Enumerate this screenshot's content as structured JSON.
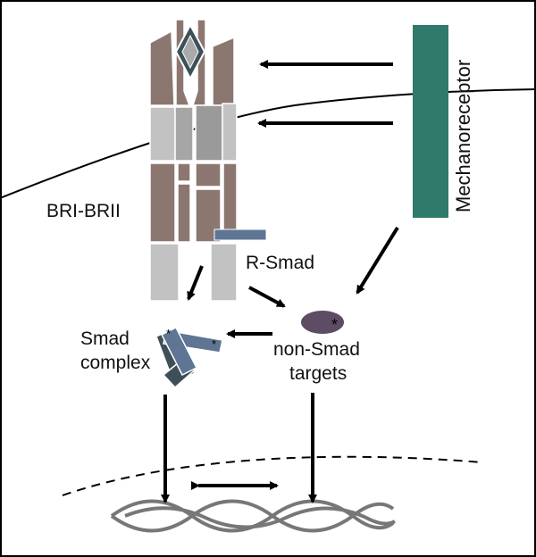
{
  "labels": {
    "mechanoreceptor": "Mechanoreceptor",
    "receptor": "BRI-BRII",
    "r_smad": "R-Smad",
    "smad_complex_line1": "Smad",
    "smad_complex_line2": "complex",
    "non_smad_line1": "non-Smad",
    "non_smad_line2": "targets",
    "star": "*"
  },
  "colors": {
    "border": "#000000",
    "background": "#ffffff",
    "mechanoreceptor": "#2f7a6b",
    "receptor_brown": "#8c7770",
    "receptor_gray": "#c2c2c2",
    "receptor_dark_gray": "#9a9a9a",
    "r_smad": "#5e7593",
    "smad_dark": "#3f4f5a",
    "non_smad_ellipse": "#5e4b64",
    "dna": "#777777"
  },
  "icons": {
    "receptor_top_motif": "diamond-icon",
    "dna": "dna-helix-icon"
  }
}
